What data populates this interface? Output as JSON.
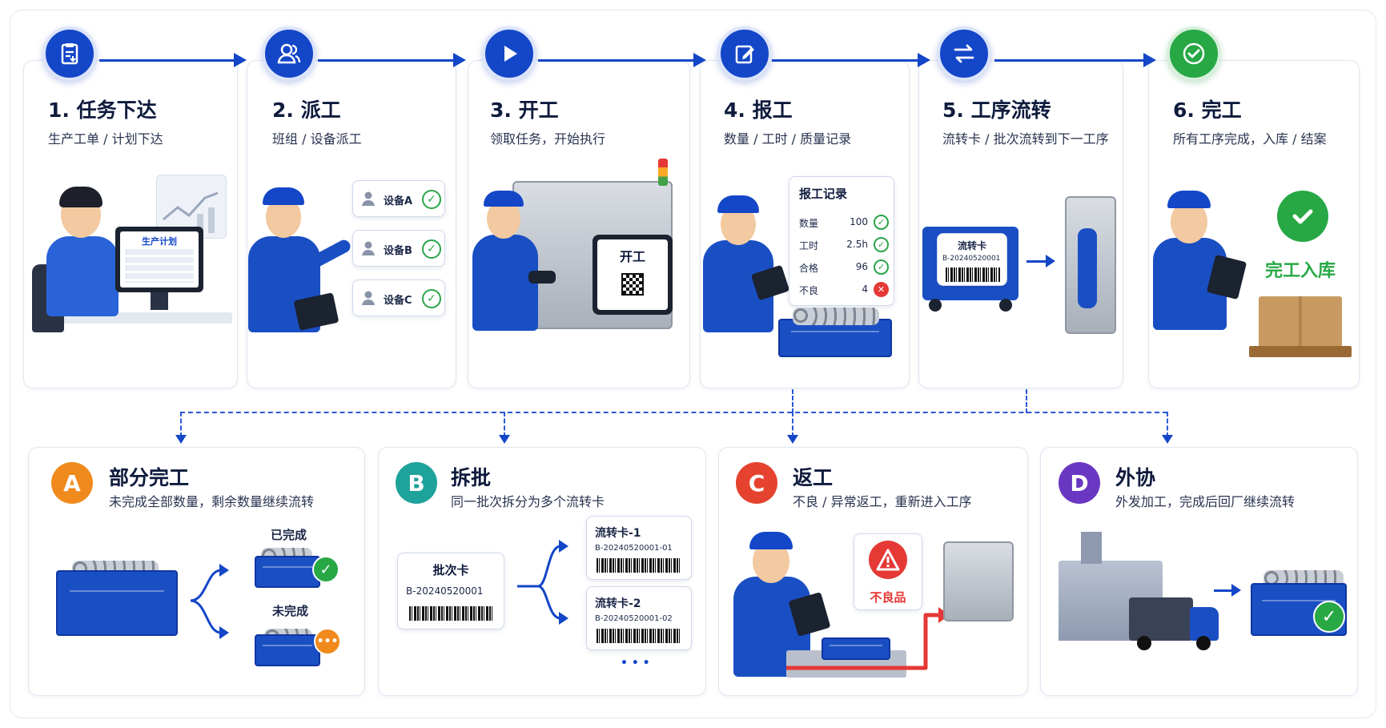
{
  "steps": [
    {
      "title": "1. 任务下达",
      "subtitle": "生产工单 / 计划下达",
      "icon": "clipboard-icon"
    },
    {
      "title": "2. 派工",
      "subtitle": "班组 / 设备派工",
      "icon": "users-icon"
    },
    {
      "title": "3. 开工",
      "subtitle": "领取任务，开始执行",
      "icon": "play-icon"
    },
    {
      "title": "4. 报工",
      "subtitle": "数量 / 工时 / 质量记录",
      "icon": "edit-icon"
    },
    {
      "title": "5. 工序流转",
      "subtitle": "流转卡 / 批次流转到下一工序",
      "icon": "transfer-icon"
    },
    {
      "title": "6. 完工",
      "subtitle": "所有工序完成，入库 / 结案",
      "icon": "check-icon"
    }
  ],
  "step1": {
    "screen_title": "生产计划"
  },
  "step2": {
    "devices": [
      "设备A",
      "设备B",
      "设备C"
    ]
  },
  "step3": {
    "screen_title": "开工"
  },
  "step4": {
    "panel_title": "报工记录",
    "rows": [
      {
        "label": "数量",
        "value": "100",
        "status": "ok"
      },
      {
        "label": "工时",
        "value": "2.5h",
        "status": "ok"
      },
      {
        "label": "合格",
        "value": "96",
        "status": "ok"
      },
      {
        "label": "不良",
        "value": "4",
        "status": "bad"
      }
    ]
  },
  "step5": {
    "card_title": "流转卡",
    "card_code": "B-20240520001"
  },
  "step6": {
    "stock_label": "完工入库"
  },
  "cases": [
    {
      "badge": "A",
      "title": "部分完工",
      "subtitle": "未完成全部数量，剩余数量继续流转",
      "color": "#f08a1c"
    },
    {
      "badge": "B",
      "title": "拆批",
      "subtitle": "同一批次拆分为多个流转卡",
      "color": "#1fa29a"
    },
    {
      "badge": "C",
      "title": "返工",
      "subtitle": "不良 / 异常返工，重新进入工序",
      "color": "#e5432f"
    },
    {
      "badge": "D",
      "title": "外协",
      "subtitle": "外发加工，完成后回厂继续流转",
      "color": "#6a37c2"
    }
  ],
  "caseA": {
    "done_label": "已完成",
    "undone_label": "未完成"
  },
  "caseB": {
    "batch_title": "批次卡",
    "batch_code": "B-20240520001",
    "card1_title": "流转卡-1",
    "card1_code": "B-20240520001-01",
    "card2_title": "流转卡-2",
    "card2_code": "B-20240520001-02",
    "more": "• • •"
  },
  "caseC": {
    "defect_label": "不良品"
  },
  "colors": {
    "primary": "#1446c8",
    "success": "#27a845",
    "danger": "#e53935"
  }
}
